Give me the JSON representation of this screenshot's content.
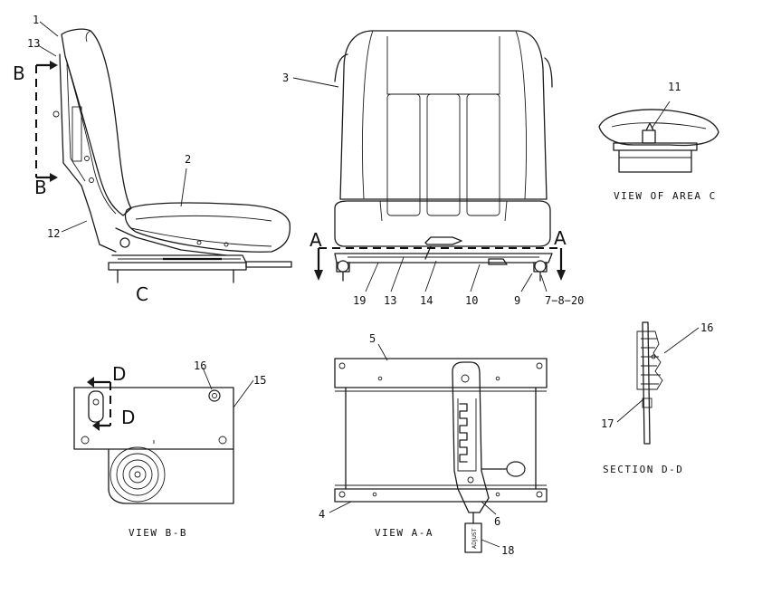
{
  "callouts": {
    "c1": "1",
    "c2": "2",
    "c3": "3",
    "c4": "4",
    "c5": "5",
    "c6": "6",
    "c7_8_20": "7−8−20",
    "c9": "9",
    "c10": "10",
    "c11": "11",
    "c12": "12",
    "c13": "13",
    "c13b": "13",
    "c14": "14",
    "c15": "15",
    "c16": "16",
    "c16b": "16",
    "c17": "17",
    "c18": "18",
    "c19": "19"
  },
  "section_letters": {
    "a_left": "A",
    "a_right": "A",
    "b_top": "B",
    "b_bottom": "B",
    "c": "C",
    "d_top": "D",
    "d_bottom": "D"
  },
  "captions": {
    "view_area_c": "VIEW OF AREA C",
    "view_bb": "VIEW B-B",
    "view_aa": "VIEW A-A",
    "section_dd": "SECTION D-D"
  },
  "lever_tag": "ADJUST"
}
